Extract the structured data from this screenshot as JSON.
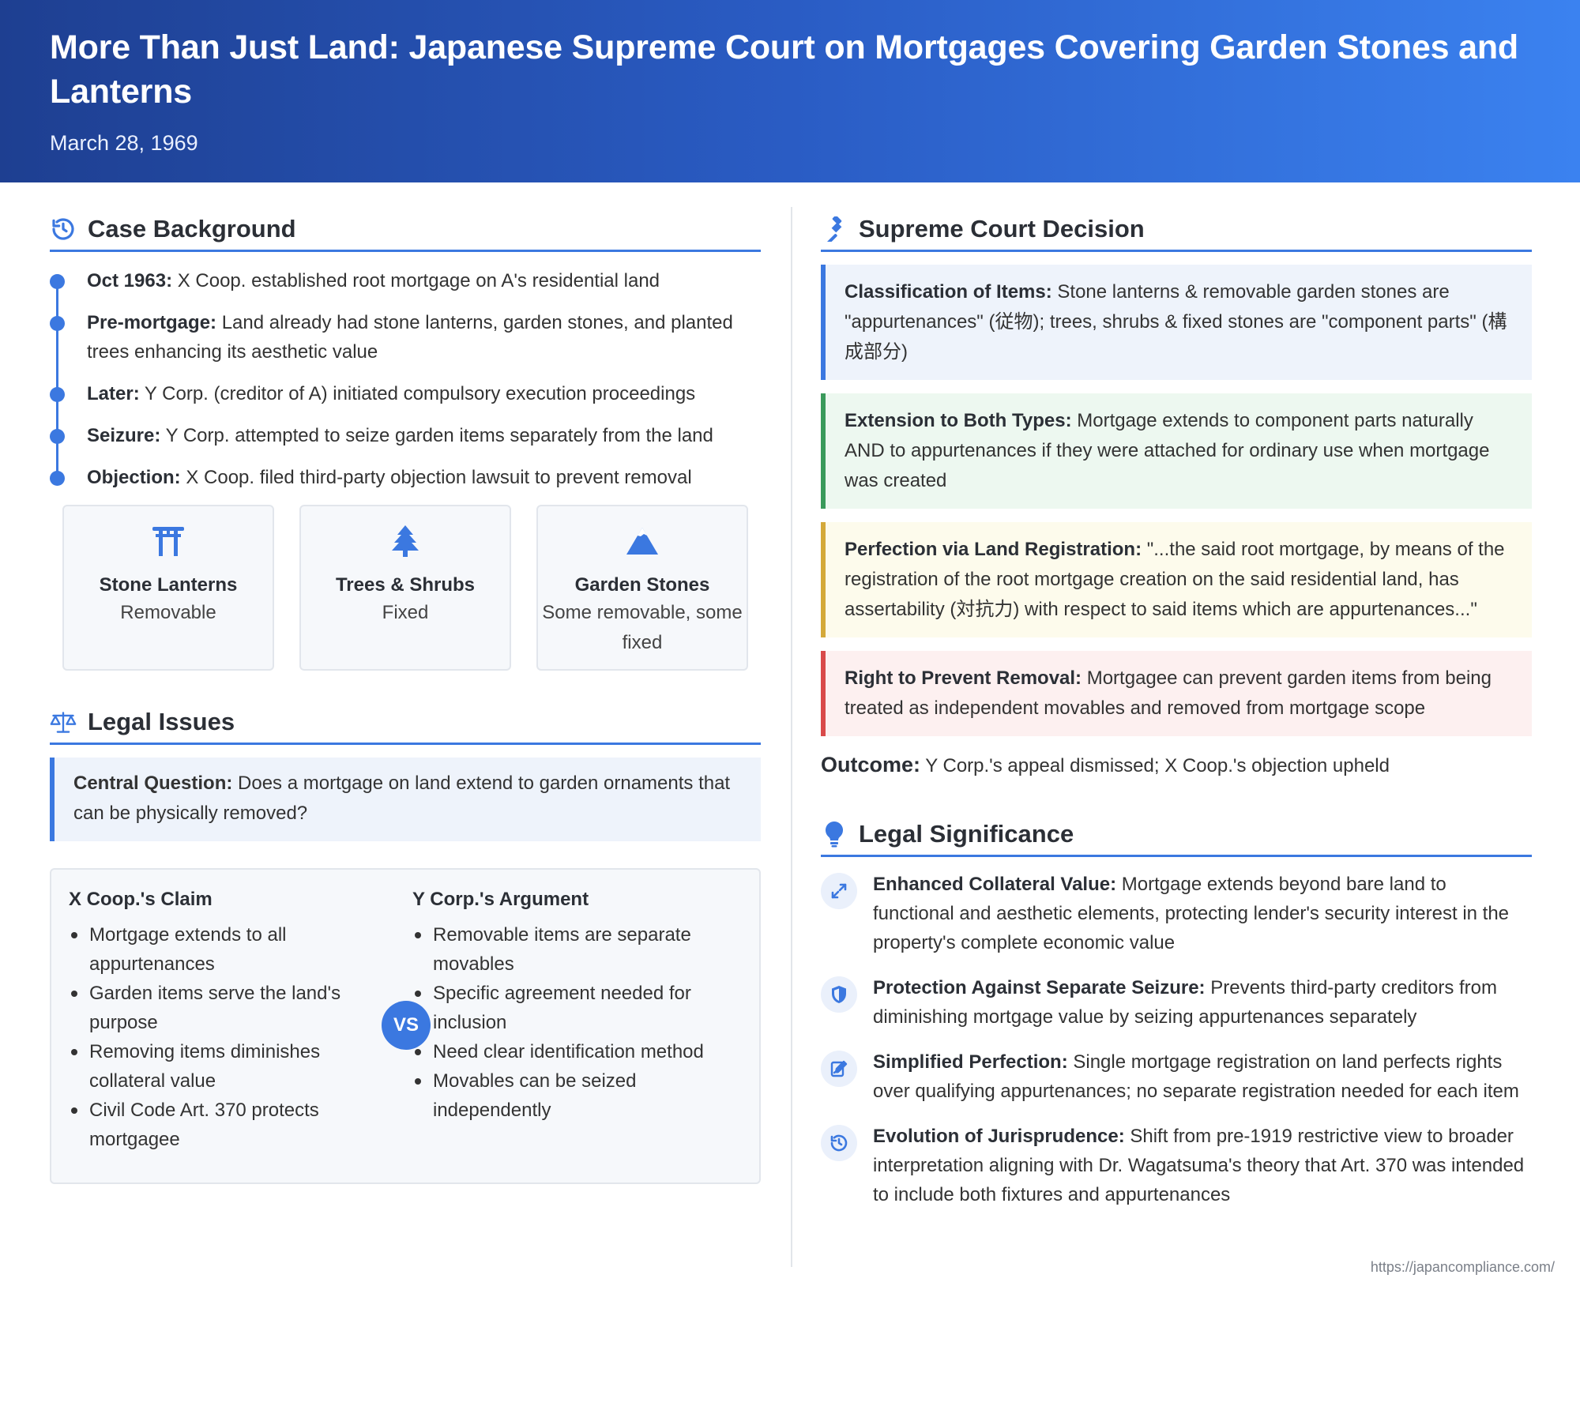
{
  "header": {
    "title": "More Than Just Land: Japanese Supreme Court on Mortgages Covering Garden Stones and Lanterns",
    "date": "March 28, 1969"
  },
  "background": {
    "heading": "Case Background",
    "icon": "history-icon",
    "timeline": [
      {
        "label": "Oct 1963:",
        "text": " X Coop. established root mortgage on A's residential land"
      },
      {
        "label": "Pre-mortgage:",
        "text": " Land already had stone lanterns, garden stones, and planted trees enhancing its aesthetic value"
      },
      {
        "label": "Later:",
        "text": " Y Corp. (creditor of A) initiated compulsory execution proceedings"
      },
      {
        "label": "Seizure:",
        "text": " Y Corp. attempted to seize garden items separately from the land"
      },
      {
        "label": "Objection:",
        "text": " X Coop. filed third-party objection lawsuit to prevent removal"
      }
    ],
    "cards": [
      {
        "icon": "torii-gate-icon",
        "title": "Stone Lanterns",
        "sub": "Removable"
      },
      {
        "icon": "tree-icon",
        "title": "Trees & Shrubs",
        "sub": "Fixed"
      },
      {
        "icon": "mountain-icon",
        "title": "Garden Stones",
        "sub": "Some removable, some fixed"
      }
    ]
  },
  "issues": {
    "heading": "Legal Issues",
    "icon": "scale-balance-icon",
    "question_label": "Central Question:",
    "question_text": " Does a mortgage on land extend to garden ornaments that can be physically removed?",
    "x_claim": {
      "title": "X Coop.'s Claim",
      "items": [
        "Mortgage extends to all appurtenances",
        "Garden items serve the land's purpose",
        "Removing items diminishes collateral value",
        "Civil Code Art. 370 protects mortgagee"
      ]
    },
    "vs": "VS",
    "y_argument": {
      "title": "Y Corp.'s Argument",
      "items": [
        "Removable items are separate movables",
        "Specific agreement needed for inclusion",
        "Need clear identification method",
        "Movables can be seized independently"
      ]
    }
  },
  "decision": {
    "heading": "Supreme Court Decision",
    "icon": "gavel-icon",
    "boxes": [
      {
        "label": "Classification of Items:",
        "text": " Stone lanterns & removable garden stones are \"appurtenances\" (従物); trees, shrubs & fixed stones are \"component parts\" (構成部分)",
        "bg": "#eef3fb",
        "border": "#3b78e0"
      },
      {
        "label": "Extension to Both Types:",
        "text": " Mortgage extends to component parts naturally AND to appurtenances if they were attached for ordinary use when mortgage was created",
        "bg": "#edf8f0",
        "border": "#3a9a5b"
      },
      {
        "label": "Perfection via Land Registration:",
        "text": " \"...the said root mortgage, by means of the registration of the root mortgage creation on the said residential land, has assertability (対抗力) with respect to said items which are appurtenances...\"",
        "bg": "#fdfbec",
        "border": "#d4a93a"
      },
      {
        "label": "Right to Prevent Removal:",
        "text": " Mortgagee can prevent garden items from being treated as independent movables and removed from mortgage scope",
        "bg": "#fdf0f0",
        "border": "#d94a4a"
      }
    ],
    "outcome_label": "Outcome:",
    "outcome_text": " Y Corp.'s appeal dismissed; X Coop.'s objection upheld"
  },
  "significance": {
    "heading": "Legal Significance",
    "icon": "lightbulb-icon",
    "items": [
      {
        "icon": "expand-arrows-icon",
        "label": "Enhanced Collateral Value:",
        "text": " Mortgage extends beyond bare land to functional and aesthetic elements, protecting lender's security interest in the property's complete economic value"
      },
      {
        "icon": "shield-icon",
        "label": "Protection Against Separate Seizure:",
        "text": " Prevents third-party creditors from diminishing mortgage value by seizing appurtenances separately"
      },
      {
        "icon": "signature-icon",
        "label": "Simplified Perfection:",
        "text": " Single mortgage registration on land perfects rights over qualifying appurtenances; no separate registration needed for each item"
      },
      {
        "icon": "history-icon",
        "label": "Evolution of Jurisprudence:",
        "text": " Shift from pre-1919 restrictive view to broader interpretation aligning with Dr. Wagatsuma's theory that Art. 370 was intended to include both fixtures and appurtenances"
      }
    ]
  },
  "footer": {
    "url": "https://japancompliance.com/"
  },
  "colors": {
    "accent": "#3b78e0",
    "header_start": "#1e3f91",
    "header_end": "#3b82f0"
  }
}
